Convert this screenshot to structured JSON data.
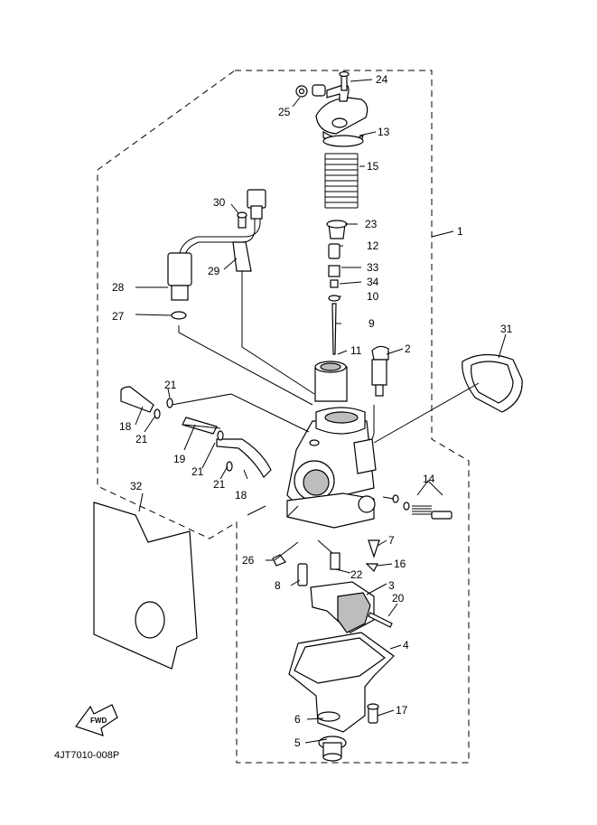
{
  "diagram_code": "4JT7010-008P",
  "fwd_arrow_text": "FWD",
  "callouts": [
    {
      "id": "c1",
      "label": "1"
    },
    {
      "id": "c2",
      "label": "2"
    },
    {
      "id": "c3",
      "label": "3"
    },
    {
      "id": "c4",
      "label": "4"
    },
    {
      "id": "c5",
      "label": "5"
    },
    {
      "id": "c6",
      "label": "6"
    },
    {
      "id": "c7",
      "label": "7"
    },
    {
      "id": "c8",
      "label": "8"
    },
    {
      "id": "c9",
      "label": "9"
    },
    {
      "id": "c10",
      "label": "10"
    },
    {
      "id": "c11",
      "label": "11"
    },
    {
      "id": "c12",
      "label": "12"
    },
    {
      "id": "c13",
      "label": "13"
    },
    {
      "id": "c14",
      "label": "14"
    },
    {
      "id": "c15",
      "label": "15"
    },
    {
      "id": "c16",
      "label": "16"
    },
    {
      "id": "c17",
      "label": "17"
    },
    {
      "id": "c18a",
      "label": "18"
    },
    {
      "id": "c18b",
      "label": "18"
    },
    {
      "id": "c19",
      "label": "19"
    },
    {
      "id": "c20",
      "label": "20"
    },
    {
      "id": "c21a",
      "label": "21"
    },
    {
      "id": "c21b",
      "label": "21"
    },
    {
      "id": "c21c",
      "label": "21"
    },
    {
      "id": "c21d",
      "label": "21"
    },
    {
      "id": "c22",
      "label": "22"
    },
    {
      "id": "c23",
      "label": "23"
    },
    {
      "id": "c24",
      "label": "24"
    },
    {
      "id": "c25",
      "label": "25"
    },
    {
      "id": "c26",
      "label": "26"
    },
    {
      "id": "c27",
      "label": "27"
    },
    {
      "id": "c28",
      "label": "28"
    },
    {
      "id": "c29",
      "label": "29"
    },
    {
      "id": "c30",
      "label": "30"
    },
    {
      "id": "c31",
      "label": "31"
    },
    {
      "id": "c32",
      "label": "32"
    },
    {
      "id": "c33",
      "label": "33"
    },
    {
      "id": "c34",
      "label": "34"
    }
  ]
}
